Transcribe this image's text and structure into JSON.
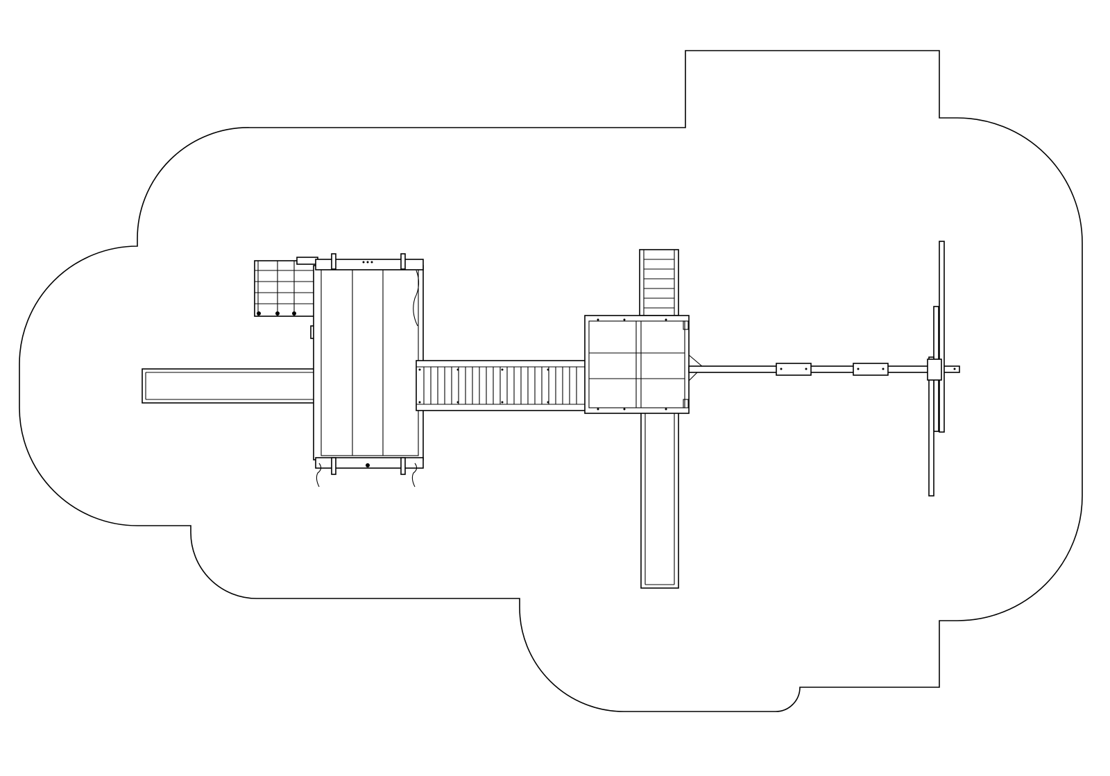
{
  "drawing": {
    "description_visible_text": "",
    "colors": {
      "stroke": "#000000",
      "background": "#ffffff"
    },
    "components": [
      {
        "name": "safety-zone-outline"
      },
      {
        "name": "left-tower"
      },
      {
        "name": "rock-wall-ladder"
      },
      {
        "name": "left-slide"
      },
      {
        "name": "bridge"
      },
      {
        "name": "right-tower"
      },
      {
        "name": "ramp-ladder"
      },
      {
        "name": "right-slide"
      },
      {
        "name": "swing-beam"
      },
      {
        "name": "a-frame-leg"
      }
    ]
  }
}
